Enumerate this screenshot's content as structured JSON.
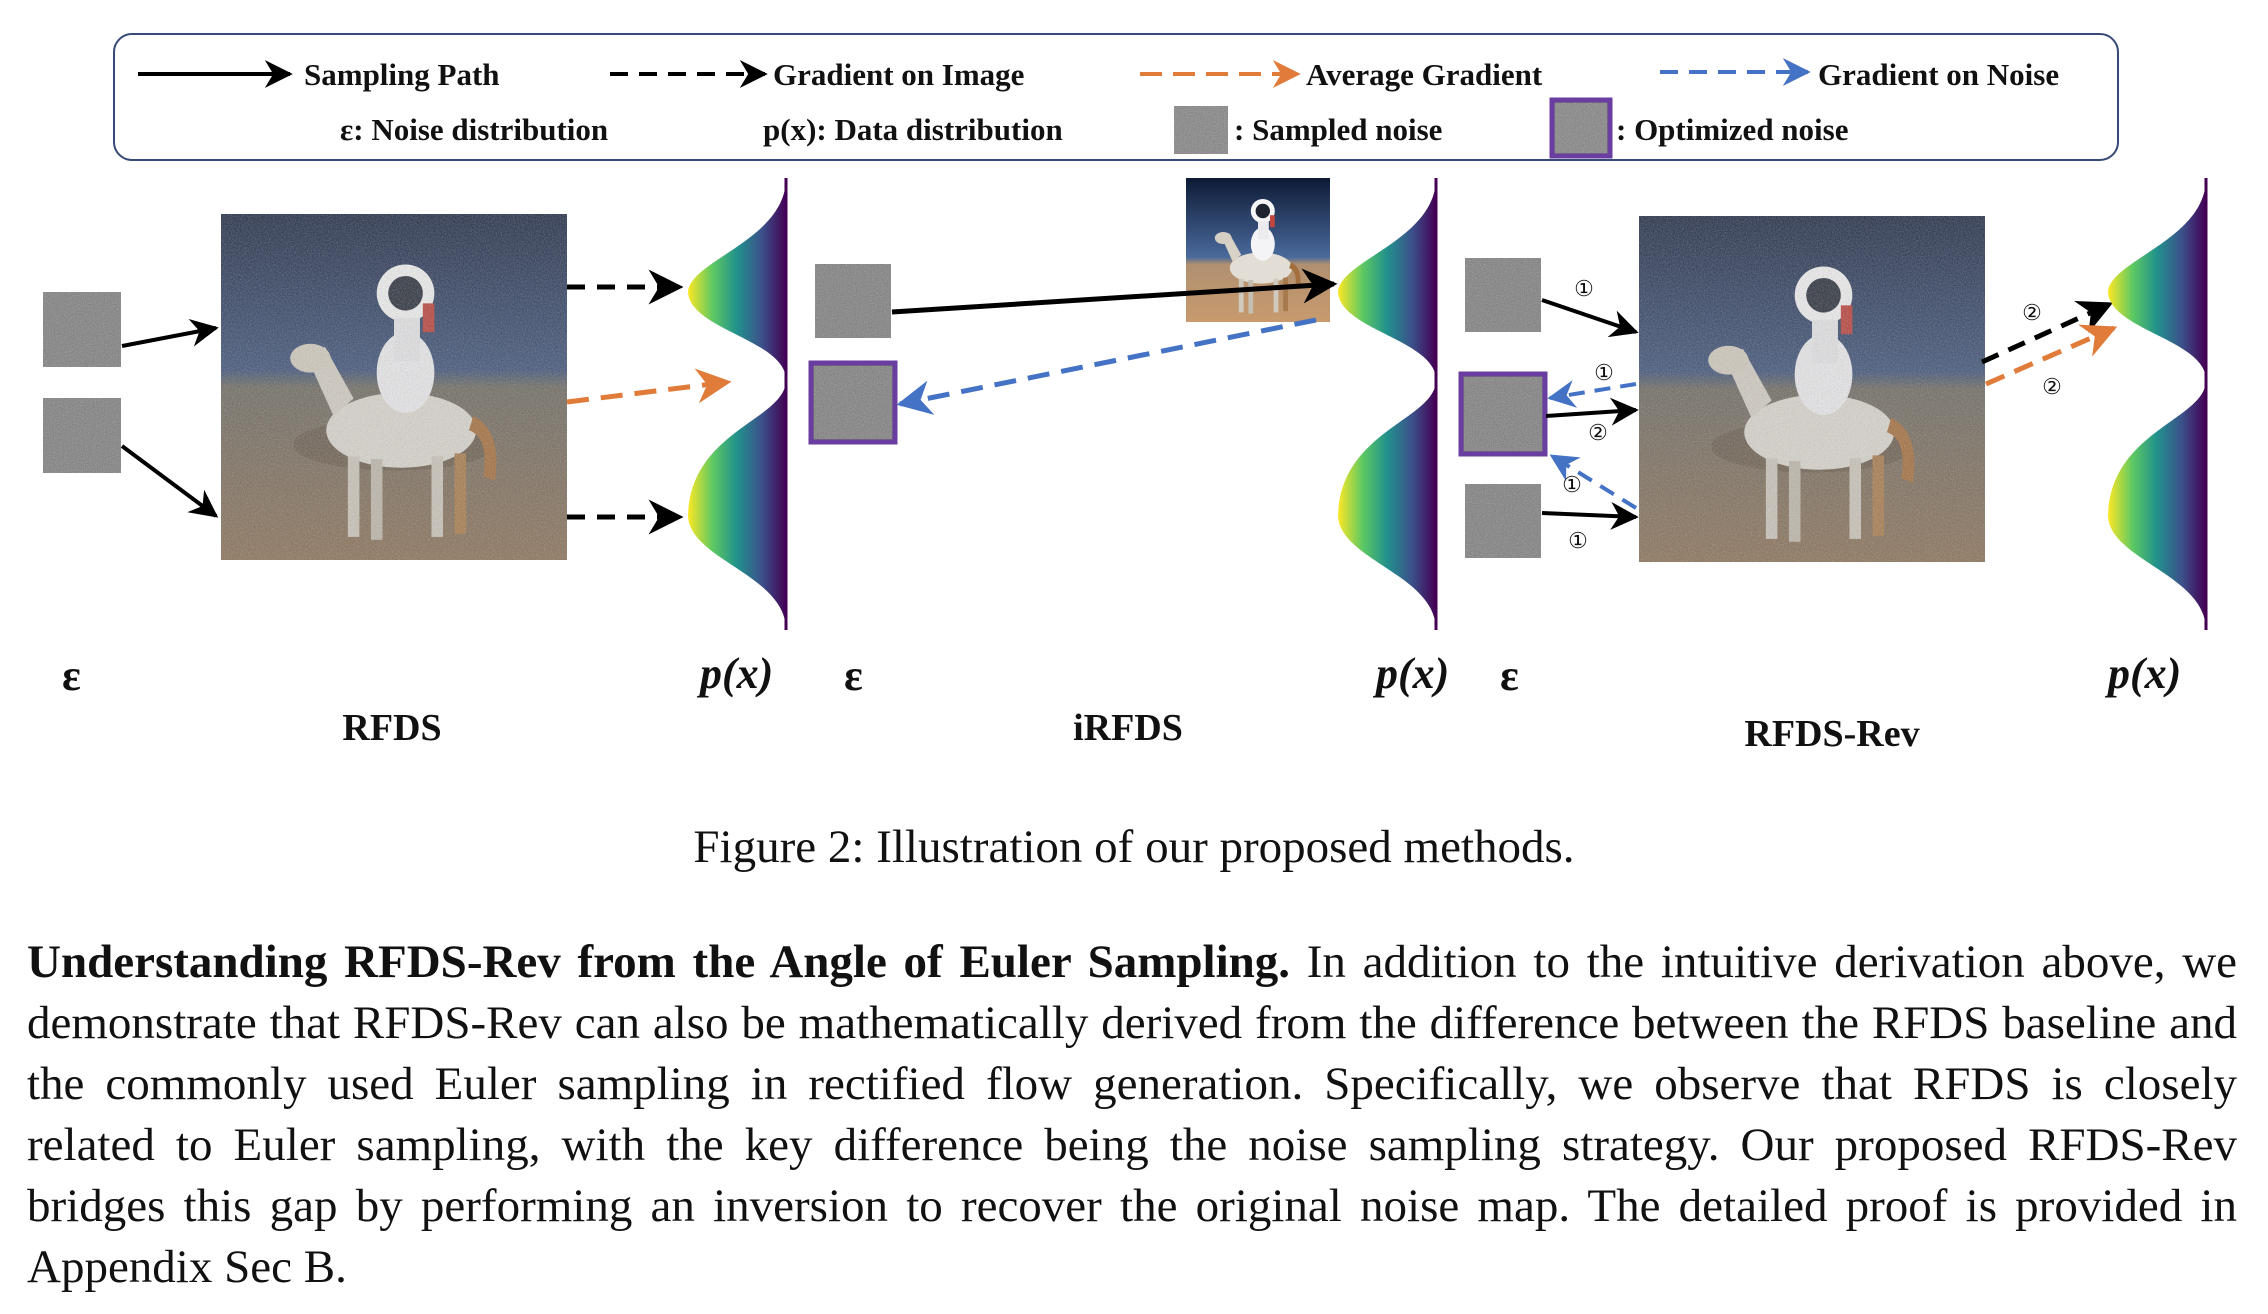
{
  "legend": {
    "sampling_path": "Sampling Path",
    "gradient_on_image": "Gradient on Image",
    "average_gradient": "Average Gradient",
    "gradient_on_noise": "Gradient on Noise",
    "noise_distribution": "ε: Noise distribution",
    "data_distribution": "p(x): Data distribution",
    "sampled_noise": ": Sampled noise",
    "optimized_noise": ": Optimized noise"
  },
  "panels": [
    {
      "title": "RFDS",
      "left_label": "ε",
      "right_label": "p(x)"
    },
    {
      "title": "iRFDS",
      "left_label": "ε",
      "right_label": "p(x)"
    },
    {
      "title": "RFDS-Rev",
      "left_label": "ε",
      "right_label": "p(x)"
    }
  ],
  "steps": {
    "one": "①",
    "two": "②"
  },
  "colors": {
    "sampling_path": "#000000",
    "average_gradient": "#e07b39",
    "gradient_on_noise": "#4472c4",
    "optimized_noise_border": "#6a3ea1",
    "legend_border": "#3a4a78"
  },
  "caption": "Figure 2: Illustration of our proposed methods.",
  "paragraph": {
    "heading": "Understanding RFDS-Rev from the Angle of Euler Sampling.",
    "body": " In addition to the intuitive derivation above, we demonstrate that RFDS-Rev can also be mathematically derived from the difference between the RFDS baseline and the commonly used Euler sampling in rectified flow generation. Specifically, we observe that RFDS is closely related to Euler sampling, with the key difference being the noise sampling strategy. Our proposed RFDS-Rev bridges this gap by performing an inversion to recover the original noise map. The detailed proof is provided in Appendix Sec B."
  }
}
